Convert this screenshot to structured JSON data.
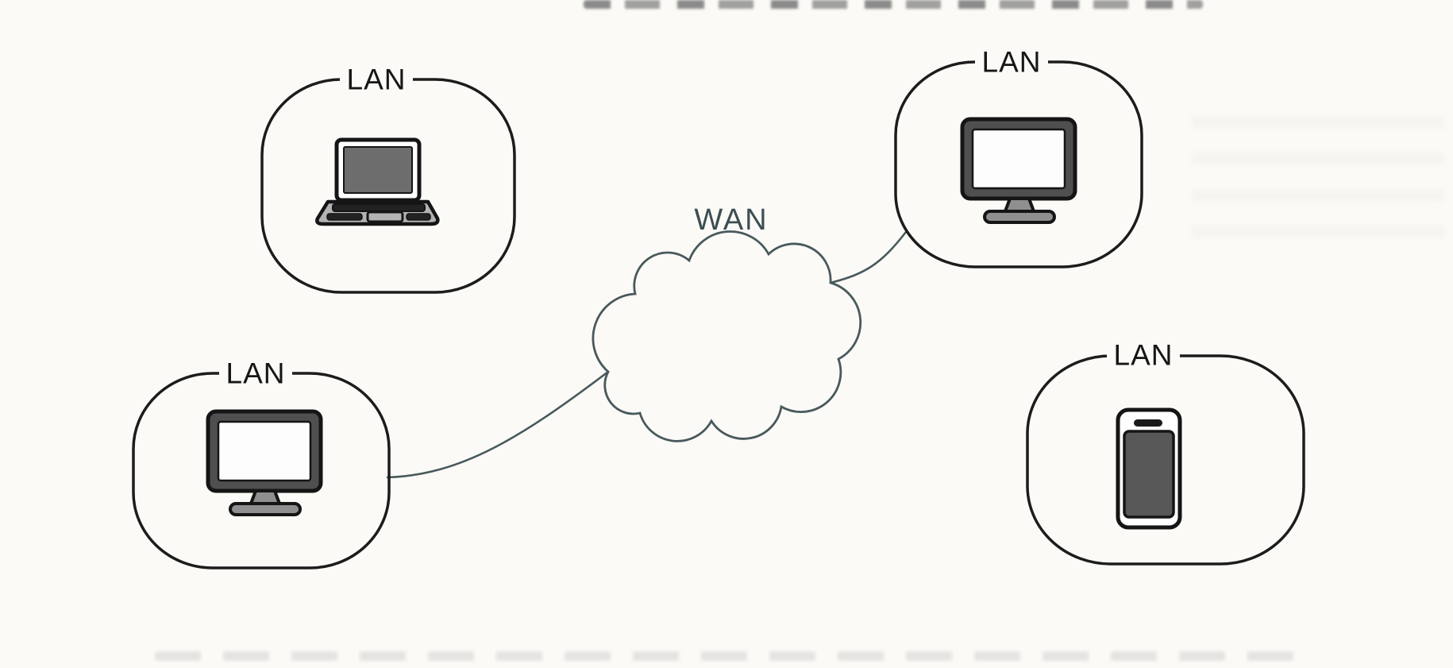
{
  "diagram": {
    "type": "network-topology",
    "wan": {
      "label": "WAN",
      "shape": "cloud"
    },
    "lans": [
      {
        "id": "lan-top-left",
        "label": "LAN",
        "device": "laptop",
        "connected_to_wan": false
      },
      {
        "id": "lan-top-right",
        "label": "LAN",
        "device": "desktop-monitor",
        "connected_to_wan": true
      },
      {
        "id": "lan-bottom-left",
        "label": "LAN",
        "device": "desktop-monitor",
        "connected_to_wan": true
      },
      {
        "id": "lan-bottom-right",
        "label": "LAN",
        "device": "smartphone",
        "connected_to_wan": false
      }
    ],
    "connections": [
      {
        "from": "lan-bottom-left",
        "to": "wan"
      },
      {
        "from": "wan",
        "to": "lan-top-right"
      }
    ],
    "colors": {
      "background": "#fbfaf6",
      "lan_outline": "#1c1c1c",
      "lan_label": "#161616",
      "wan_outline": "#48595c",
      "wan_label": "#3d4e52",
      "device_outline": "#151515",
      "device_dark": "#6d6d6d",
      "device_mid": "#b3b3b3",
      "device_light": "#ffffff"
    }
  }
}
